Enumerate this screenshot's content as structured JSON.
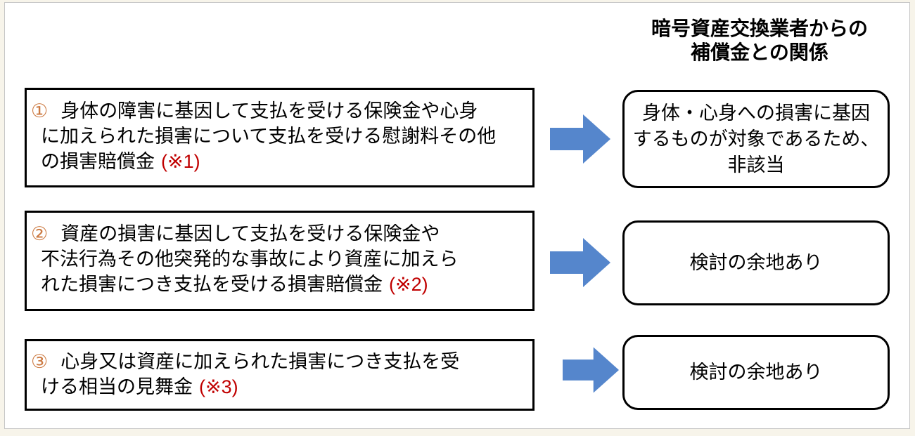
{
  "title": {
    "line1": "暗号資産交換業者からの",
    "line2": "補償金との関係"
  },
  "colors": {
    "arrow_blue": "#5586CC",
    "note_red": "#C00000",
    "number_orange": "#CC7A42",
    "box_border": "#000000",
    "page_border": "#C6C6C6"
  },
  "rows": [
    {
      "left": {
        "number": "①",
        "lines": [
          "身体の障害に基因して支払を受ける保険金や心身",
          "に加えられた損害について支払を受ける慰謝料その他",
          "の損害賠償金"
        ],
        "note": "(※1)"
      },
      "right": {
        "lines": [
          "身体・心身への損害に基因",
          "するものが対象であるため、",
          "非該当"
        ]
      }
    },
    {
      "left": {
        "number": "②",
        "lines": [
          "資産の損害に基因して支払を受ける保険金や",
          "不法行為その他突発的な事故により資産に加えら",
          "れた損害につき支払を受ける損害賠償金"
        ],
        "note": "(※2)"
      },
      "right": {
        "text": "検討の余地あり"
      }
    },
    {
      "left": {
        "number": "③",
        "lines": [
          "心身又は資産に加えられた損害につき支払を受",
          "ける相当の見舞金"
        ],
        "note": "(※3)"
      },
      "right": {
        "text": "検討の余地あり"
      }
    }
  ]
}
